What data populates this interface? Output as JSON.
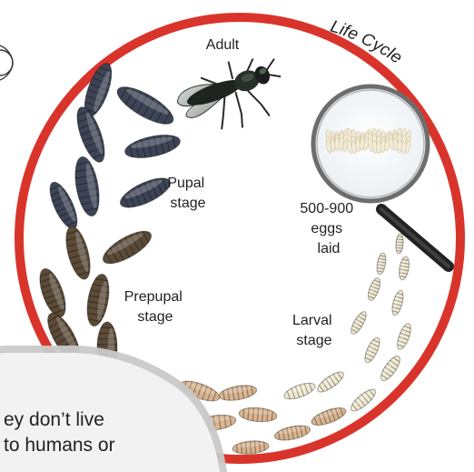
{
  "diagram": {
    "title": "Life Cycle",
    "stages": {
      "adult": "Adult",
      "pupal": [
        "Pupal",
        "stage"
      ],
      "eggs": [
        "500-900",
        "eggs",
        "laid"
      ],
      "prepupal": [
        "Prepupal",
        "stage"
      ],
      "larval": [
        "Larval",
        "stage"
      ]
    },
    "callout_lines": [
      "ey don’t live",
      "to humans or"
    ],
    "colors": {
      "ring": "#d9342b",
      "pupa": "#3d4456",
      "prepupa": "#5b4a37",
      "larva_late": "#d9b48f",
      "larva_early": "#f1ead2",
      "callout": "#c9c9c9"
    },
    "icons": [
      "black-soldier-fly-icon",
      "magnifying-glass-icon"
    ]
  }
}
